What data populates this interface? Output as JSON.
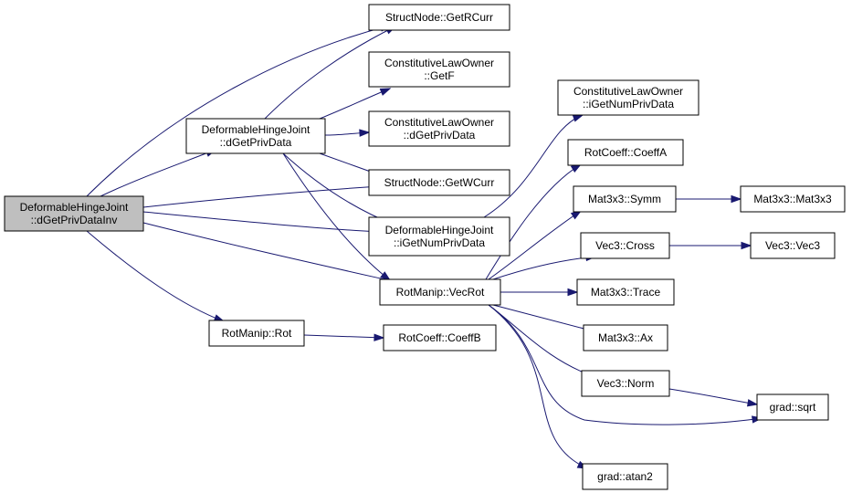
{
  "graph": {
    "colors": {
      "edge": "#191970",
      "root_fill": "#bfbfbf",
      "node_fill": "#ffffff",
      "node_stroke": "#000000"
    },
    "nodes": [
      {
        "id": "root",
        "lines": [
          "DeformableHingeJoint",
          "::dGetPrivDataInv"
        ],
        "root": true
      },
      {
        "id": "dgetprivdata",
        "lines": [
          "DeformableHingeJoint",
          "::dGetPrivData"
        ]
      },
      {
        "id": "getrcurr",
        "lines": [
          "StructNode::GetRCurr"
        ]
      },
      {
        "id": "getf",
        "lines": [
          "ConstitutiveLawOwner",
          "::GetF"
        ]
      },
      {
        "id": "cl_dgetprivdata",
        "lines": [
          "ConstitutiveLawOwner",
          "::dGetPrivData"
        ]
      },
      {
        "id": "getwcurr",
        "lines": [
          "StructNode::GetWCurr"
        ]
      },
      {
        "id": "dhj_igetnum",
        "lines": [
          "DeformableHingeJoint",
          "::iGetNumPrivData"
        ]
      },
      {
        "id": "cl_igetnum",
        "lines": [
          "ConstitutiveLawOwner",
          "::iGetNumPrivData"
        ]
      },
      {
        "id": "vecrot",
        "lines": [
          "RotManip::VecRot"
        ]
      },
      {
        "id": "rot",
        "lines": [
          "RotManip::Rot"
        ]
      },
      {
        "id": "coeffb",
        "lines": [
          "RotCoeff::CoeffB"
        ]
      },
      {
        "id": "coeffa",
        "lines": [
          "RotCoeff::CoeffA"
        ]
      },
      {
        "id": "symm",
        "lines": [
          "Mat3x3::Symm"
        ]
      },
      {
        "id": "mat3x3",
        "lines": [
          "Mat3x3::Mat3x3"
        ]
      },
      {
        "id": "cross",
        "lines": [
          "Vec3::Cross"
        ]
      },
      {
        "id": "vec3",
        "lines": [
          "Vec3::Vec3"
        ]
      },
      {
        "id": "trace",
        "lines": [
          "Mat3x3::Trace"
        ]
      },
      {
        "id": "ax",
        "lines": [
          "Mat3x3::Ax"
        ]
      },
      {
        "id": "norm",
        "lines": [
          "Vec3::Norm"
        ]
      },
      {
        "id": "sqrt",
        "lines": [
          "grad::sqrt"
        ]
      },
      {
        "id": "atan2",
        "lines": [
          "grad::atan2"
        ]
      }
    ],
    "edges": [
      {
        "from": "root",
        "to": "getrcurr"
      },
      {
        "from": "root",
        "to": "dgetprivdata"
      },
      {
        "from": "root",
        "to": "getwcurr"
      },
      {
        "from": "root",
        "to": "dhj_igetnum"
      },
      {
        "from": "root",
        "to": "vecrot"
      },
      {
        "from": "root",
        "to": "rot"
      },
      {
        "from": "dgetprivdata",
        "to": "getrcurr"
      },
      {
        "from": "dgetprivdata",
        "to": "getf"
      },
      {
        "from": "dgetprivdata",
        "to": "cl_dgetprivdata"
      },
      {
        "from": "dgetprivdata",
        "to": "getwcurr"
      },
      {
        "from": "dgetprivdata",
        "to": "dhj_igetnum"
      },
      {
        "from": "dgetprivdata",
        "to": "vecrot"
      },
      {
        "from": "dhj_igetnum",
        "to": "cl_igetnum"
      },
      {
        "from": "vecrot",
        "to": "coeffa"
      },
      {
        "from": "vecrot",
        "to": "symm"
      },
      {
        "from": "vecrot",
        "to": "cross"
      },
      {
        "from": "vecrot",
        "to": "trace"
      },
      {
        "from": "vecrot",
        "to": "ax"
      },
      {
        "from": "vecrot",
        "to": "norm"
      },
      {
        "from": "vecrot",
        "to": "sqrt"
      },
      {
        "from": "vecrot",
        "to": "atan2"
      },
      {
        "from": "rot",
        "to": "coeffb"
      },
      {
        "from": "symm",
        "to": "mat3x3"
      },
      {
        "from": "cross",
        "to": "vec3"
      },
      {
        "from": "norm",
        "to": "sqrt"
      }
    ]
  }
}
